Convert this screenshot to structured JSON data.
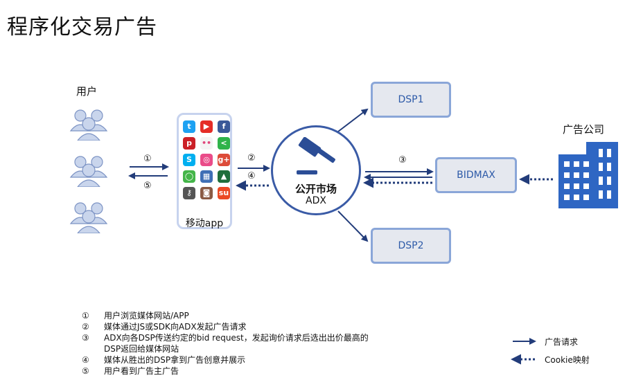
{
  "title": "程序化交易广告",
  "users": {
    "label": "用户"
  },
  "company": {
    "label": "广告公司"
  },
  "phone": {
    "label": "移动app",
    "apps": [
      {
        "name": "twitter-icon",
        "glyph": "t",
        "color": "#1da1f2"
      },
      {
        "name": "youtube-icon",
        "glyph": "▶",
        "color": "#e52d27"
      },
      {
        "name": "facebook-icon",
        "glyph": "f",
        "color": "#3b5998"
      },
      {
        "name": "pinterest-icon",
        "glyph": "p",
        "color": "#cb2027"
      },
      {
        "name": "flickr-icon",
        "glyph": "••",
        "color": "#f4f4f4"
      },
      {
        "name": "share-icon",
        "glyph": "<",
        "color": "#2fb34a"
      },
      {
        "name": "skype-icon",
        "glyph": "S",
        "color": "#00aff0"
      },
      {
        "name": "dribbble-icon",
        "glyph": "◎",
        "color": "#ea4c89"
      },
      {
        "name": "googleplus-icon",
        "glyph": "g+",
        "color": "#dd4b39"
      },
      {
        "name": "wechat-icon",
        "glyph": "◯",
        "color": "#44b549"
      },
      {
        "name": "delicious-icon",
        "glyph": "▦",
        "color": "#3f6fb5"
      },
      {
        "name": "vine-icon",
        "glyph": "▲",
        "color": "#1f6e3b"
      },
      {
        "name": "key-icon",
        "glyph": "⚷",
        "color": "#555555"
      },
      {
        "name": "instagram-icon",
        "glyph": "◙",
        "color": "#8a5a44"
      },
      {
        "name": "stumbleupon-icon",
        "glyph": "su",
        "color": "#eb4924"
      }
    ]
  },
  "adx": {
    "name": "公开市场",
    "code": "ADX"
  },
  "dsp1": "DSP1",
  "dsp2": "DSP2",
  "bidmax": "BIDMAX",
  "steps": {
    "s1": "①",
    "s2": "②",
    "s3": "③",
    "s4": "④",
    "s5": "⑤"
  },
  "legend": [
    {
      "n": "①",
      "t": "用户浏览媒体网站/APP"
    },
    {
      "n": "②",
      "t": "媒体通过JS或SDK向ADX发起广告请求"
    },
    {
      "n": "③",
      "t": "ADX向各DSP传送约定的bid request，发起询价请求后选出出价最高的"
    },
    {
      "n": "",
      "t": "DSP返回给媒体网站"
    },
    {
      "n": "④",
      "t": "媒体从胜出的DSP拿到广告创意并展示"
    },
    {
      "n": "⑤",
      "t": "用户看到广告主广告"
    }
  ],
  "key": {
    "solid": "广告请求",
    "dotted": "Cookie映射"
  },
  "colors": {
    "arrow": "#223c7a",
    "box_border": "#8aa6d8",
    "box_fill": "#e5e8ef",
    "box_text": "#2d5aa8",
    "user": "#c9d5ec",
    "user_stroke": "#7c93c4",
    "building": "#2e66c3"
  }
}
